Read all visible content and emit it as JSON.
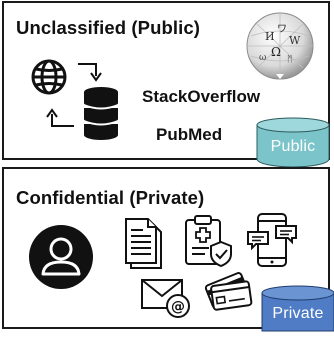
{
  "panels": {
    "public": {
      "title": "Unclassified (Public)",
      "sources": [
        "StackOverflow",
        "PubMed"
      ],
      "database_label": "Public",
      "database_color": "#7bc4c9"
    },
    "private": {
      "title": "Confidential (Private)",
      "database_label": "Private",
      "database_color": "#4f7cc4"
    }
  },
  "icons": {
    "public": [
      "wikipedia-globe-icon",
      "globe-icon",
      "arrow-right-down-icon",
      "database-icon",
      "arrow-left-up-icon"
    ],
    "private": [
      "user-avatar-icon",
      "document-icon",
      "medical-record-icon",
      "chat-phone-icon",
      "email-icon",
      "credit-card-icon"
    ]
  }
}
